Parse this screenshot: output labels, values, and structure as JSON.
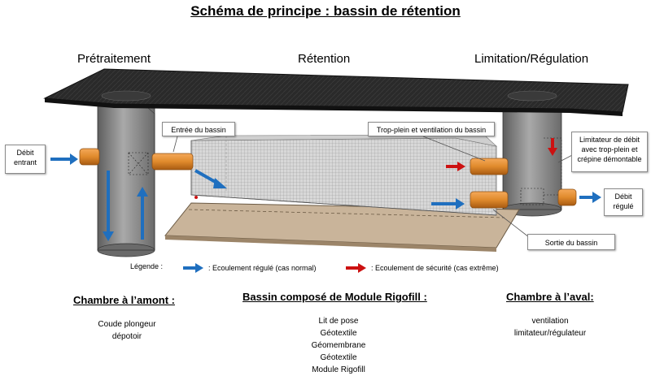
{
  "title": "Schéma de principe : bassin de rétention",
  "sections": {
    "pretraitement": "Prétraitement",
    "retention": "Rétention",
    "limitation": "Limitation/Régulation"
  },
  "callouts": {
    "debit_entrant": [
      "Débit",
      "entrant"
    ],
    "entree_bassin": "Entrée du bassin",
    "trop_plein": "Trop-plein et ventilation du bassin",
    "limitateur": [
      "Limitateur de débit",
      "avec trop-plein et",
      "crépine démontable"
    ],
    "debit_regule": [
      "Débit",
      "régulé"
    ],
    "sortie_bassin": "Sortie du bassin"
  },
  "legend": {
    "label": "Légende :",
    "blue": ": Ecoulement régulé (cas normal)",
    "red": ": Ecoulement de sécurité (cas extrême)"
  },
  "bottom": {
    "amont": {
      "title": "Chambre à l’amont :",
      "items": [
        "Coude plongeur",
        "dépotoir"
      ]
    },
    "rigofill": {
      "title": "Bassin composé de Module Rigofill :",
      "items": [
        "Lit de pose",
        "Géotextile",
        "Géomembrane",
        "Géotextile",
        "Module Rigofill"
      ]
    },
    "aval": {
      "title": "Chambre à l’aval:",
      "items": [
        "ventilation",
        "limitateur/régulateur"
      ]
    }
  },
  "colors": {
    "blue_arrow": "#1f6fbf",
    "red_arrow": "#cc1111",
    "pipe": "#e08a2c",
    "slab": "#2b2b2b",
    "base": "#c9b49a",
    "chamber": "#7d7d7d"
  }
}
